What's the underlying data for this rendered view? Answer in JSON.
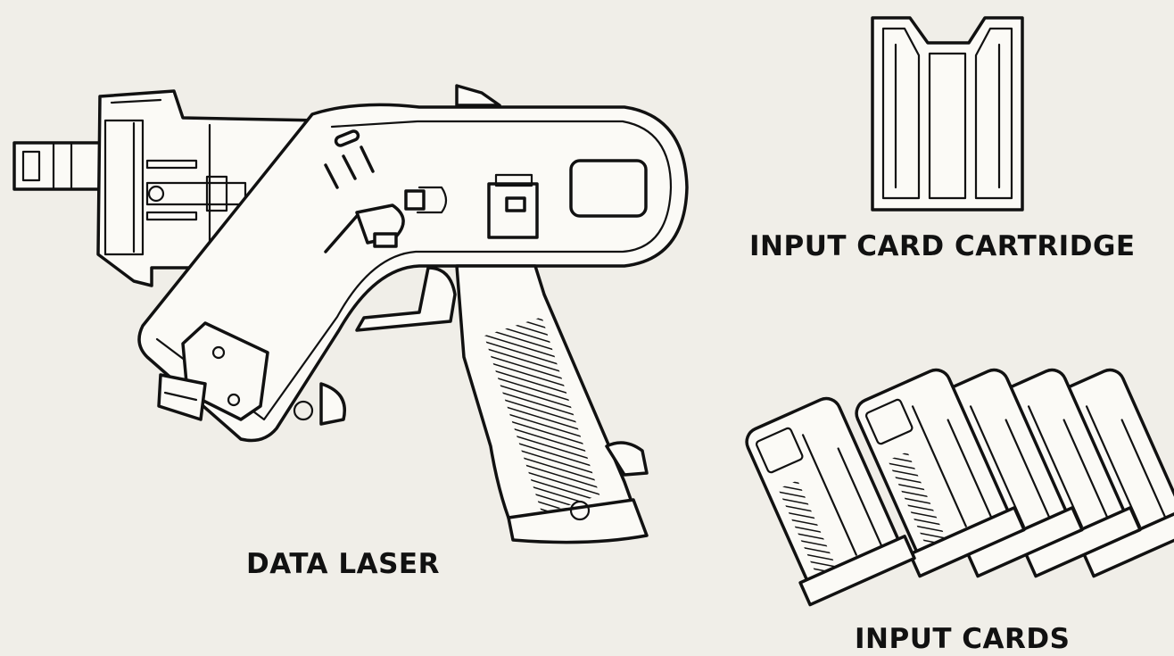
{
  "labels": {
    "data_laser": "DATA LASER",
    "input_card_cartridge": "INPUT CARD CARTRIDGE",
    "input_cards": "INPUT CARDS"
  },
  "colors": {
    "paper": "#f0eee8",
    "ink": "#111111",
    "face": "#fbfaf6"
  },
  "input_cards_count": 5
}
